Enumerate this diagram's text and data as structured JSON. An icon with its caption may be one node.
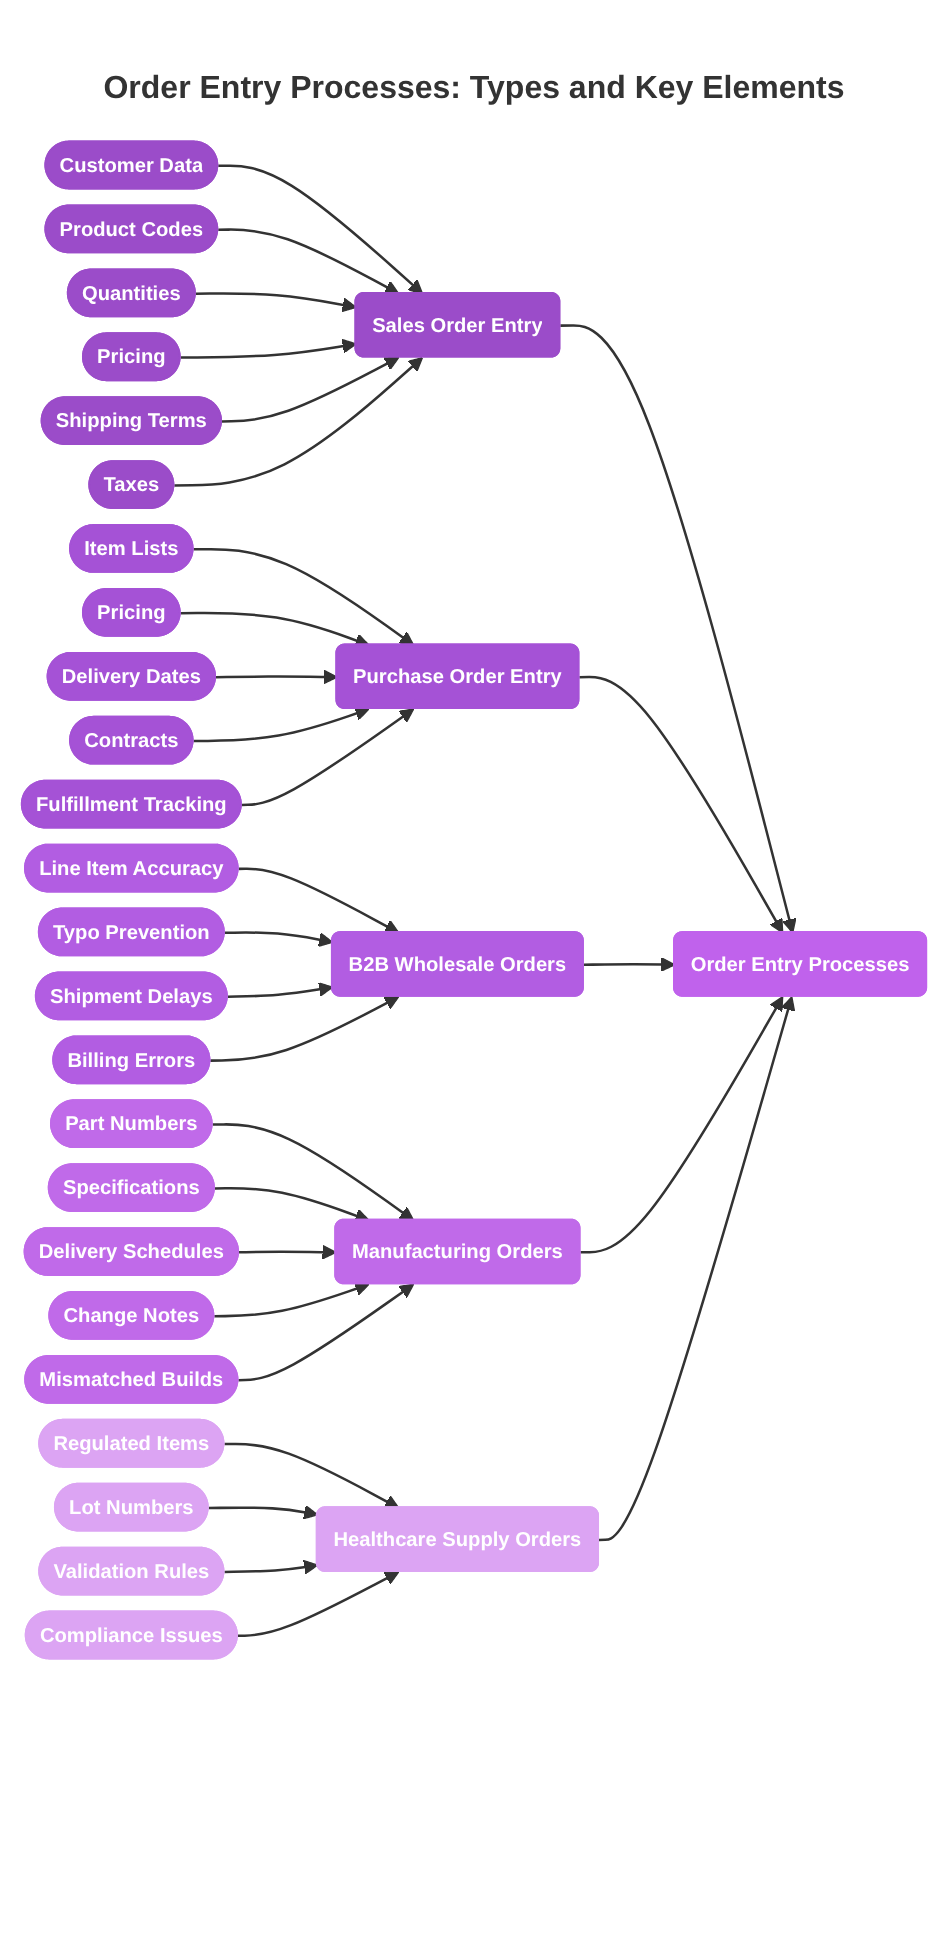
{
  "diagram": {
    "title": "Order Entry Processes: Types and Key Elements",
    "nodes": [
      {
        "text": [
          "Customer Data"
        ]
      },
      {
        "text": [
          "Product Codes"
        ]
      },
      {
        "text": [
          "Quantities"
        ]
      },
      {
        "text": [
          "Pricing"
        ]
      },
      {
        "text": [
          "Shipping Terms"
        ]
      },
      {
        "text": [
          "Taxes"
        ]
      },
      {
        "text": [
          "Sales Order Entry"
        ]
      },
      {
        "text": [
          "Item Lists"
        ]
      },
      {
        "text": [
          "Pricing"
        ]
      },
      {
        "text": [
          "Delivery Dates"
        ]
      },
      {
        "text": [
          "Contracts"
        ]
      },
      {
        "text": [
          "Fulfillment Tracking"
        ]
      },
      {
        "text": [
          "Purchase Order Entry"
        ]
      },
      {
        "text": [
          "Line Item Accuracy"
        ]
      },
      {
        "text": [
          "Typo Prevention"
        ]
      },
      {
        "text": [
          "Shipment Delays"
        ]
      },
      {
        "text": [
          "Billing Errors"
        ]
      },
      {
        "text": [
          "B2B Wholesale Orders"
        ]
      },
      {
        "text": [
          "Part Numbers"
        ]
      },
      {
        "text": [
          "Specifications"
        ]
      },
      {
        "text": [
          "Delivery Schedules"
        ]
      },
      {
        "text": [
          "Change Notes"
        ]
      },
      {
        "text": [
          "Mismatched Builds"
        ]
      },
      {
        "text": [
          "Manufacturing Orders"
        ]
      },
      {
        "text": [
          "Regulated Items"
        ]
      },
      {
        "text": [
          "Lot Numbers"
        ]
      },
      {
        "text": [
          "Validation Rules"
        ]
      },
      {
        "text": [
          "Compliance Issues"
        ]
      },
      {
        "text": [
          "Healthcare Supply Orders"
        ]
      },
      {
        "text": [
          "Order Entry Processes"
        ]
      }
    ],
    "edges": [
      {
        "from": 0,
        "to": 6,
        "arrow": "to"
      },
      {
        "from": 1,
        "to": 6,
        "arrow": "to"
      },
      {
        "from": 2,
        "to": 6,
        "arrow": "to"
      },
      {
        "from": 3,
        "to": 6,
        "arrow": "to"
      },
      {
        "from": 4,
        "to": 6,
        "arrow": "to"
      },
      {
        "from": 5,
        "to": 6,
        "arrow": "to"
      },
      {
        "from": 7,
        "to": 12,
        "arrow": "to"
      },
      {
        "from": 8,
        "to": 12,
        "arrow": "to"
      },
      {
        "from": 9,
        "to": 12,
        "arrow": "to"
      },
      {
        "from": 10,
        "to": 12,
        "arrow": "to"
      },
      {
        "from": 11,
        "to": 12,
        "arrow": "to"
      },
      {
        "from": 13,
        "to": 17,
        "arrow": "to"
      },
      {
        "from": 14,
        "to": 17,
        "arrow": "to"
      },
      {
        "from": 15,
        "to": 17,
        "arrow": "to"
      },
      {
        "from": 16,
        "to": 17,
        "arrow": "to"
      },
      {
        "from": 18,
        "to": 23,
        "arrow": "to"
      },
      {
        "from": 19,
        "to": 23,
        "arrow": "to"
      },
      {
        "from": 20,
        "to": 23,
        "arrow": "to"
      },
      {
        "from": 21,
        "to": 23,
        "arrow": "to"
      },
      {
        "from": 22,
        "to": 23,
        "arrow": "to"
      },
      {
        "from": 24,
        "to": 28,
        "arrow": "to"
      },
      {
        "from": 25,
        "to": 28,
        "arrow": "to"
      },
      {
        "from": 26,
        "to": 28,
        "arrow": "to"
      },
      {
        "from": 27,
        "to": 28,
        "arrow": "to"
      },
      {
        "from": 6,
        "to": 29,
        "arrow": "to"
      },
      {
        "from": 12,
        "to": 29,
        "arrow": "to"
      },
      {
        "from": 17,
        "to": 29,
        "arrow": "to"
      },
      {
        "from": 23,
        "to": 29,
        "arrow": "to"
      },
      {
        "from": 28,
        "to": 29,
        "arrow": "to"
      }
    ]
  }
}
